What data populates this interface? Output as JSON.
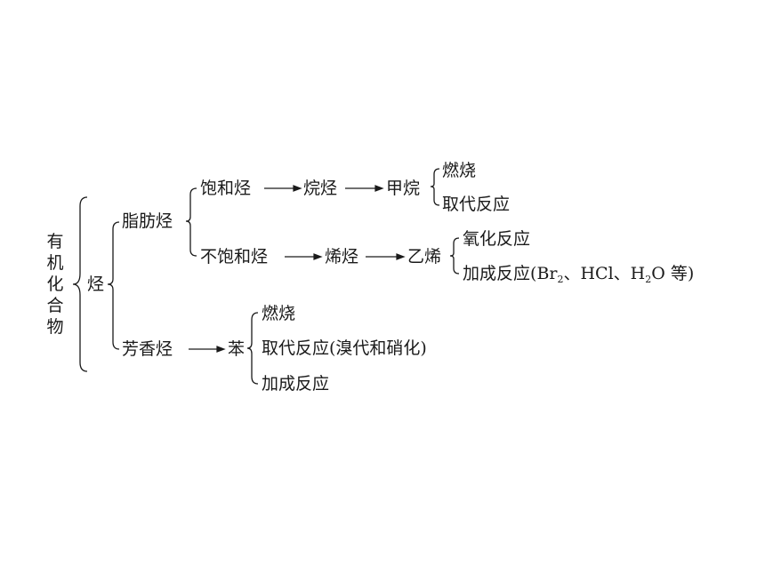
{
  "root": {
    "chars": [
      "有",
      "机",
      "化",
      "合",
      "物"
    ]
  },
  "nodes": {
    "ting": "烃",
    "zhifang": "脂肪烃",
    "fangxiang": "芳香烃",
    "baohe": "饱和烃",
    "wanting": "烷烃",
    "jiawan": "甲烷",
    "buboahe": "不饱和烃",
    "xiting": "烯烃",
    "yixi": "乙烯",
    "ben": "苯"
  },
  "reactions": {
    "methane": [
      "燃烧",
      "取代反应"
    ],
    "ethylene": [
      "氧化反应",
      "加成反应"
    ],
    "benzene": [
      "燃烧",
      "取代反应(溴代和硝化)",
      "加成反应"
    ]
  },
  "ethylene_addition_note": {
    "open": "(",
    "br": "Br",
    "br_sub": "2",
    "sep1": "、HCl、H",
    "h_sub": "2",
    "rest": "O 等)"
  }
}
